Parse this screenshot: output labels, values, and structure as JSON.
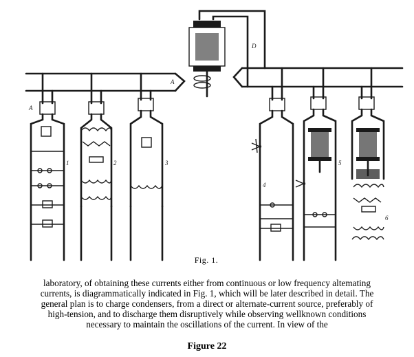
{
  "figure": {
    "caption": "Fig. 1.",
    "label_D": "D",
    "label_A": "A",
    "circuit_labels": [
      "1",
      "2",
      "3",
      "4",
      "5",
      "6"
    ]
  },
  "text": {
    "lines": [
      "laboratory, of obtaining these currents either from continuous or low frequency altemating",
      "currents, is diagrammatically indicated in Fig. 1, which will be later described in detail. The",
      "general plan is to charge condensers, from a direct or alternate-current source, preferably of",
      "high-tension, and to discharge them disruptively while observing wellknown conditions",
      "necessary to maintain the oscillations of the current. In view of the"
    ]
  },
  "title": "Figure 22"
}
